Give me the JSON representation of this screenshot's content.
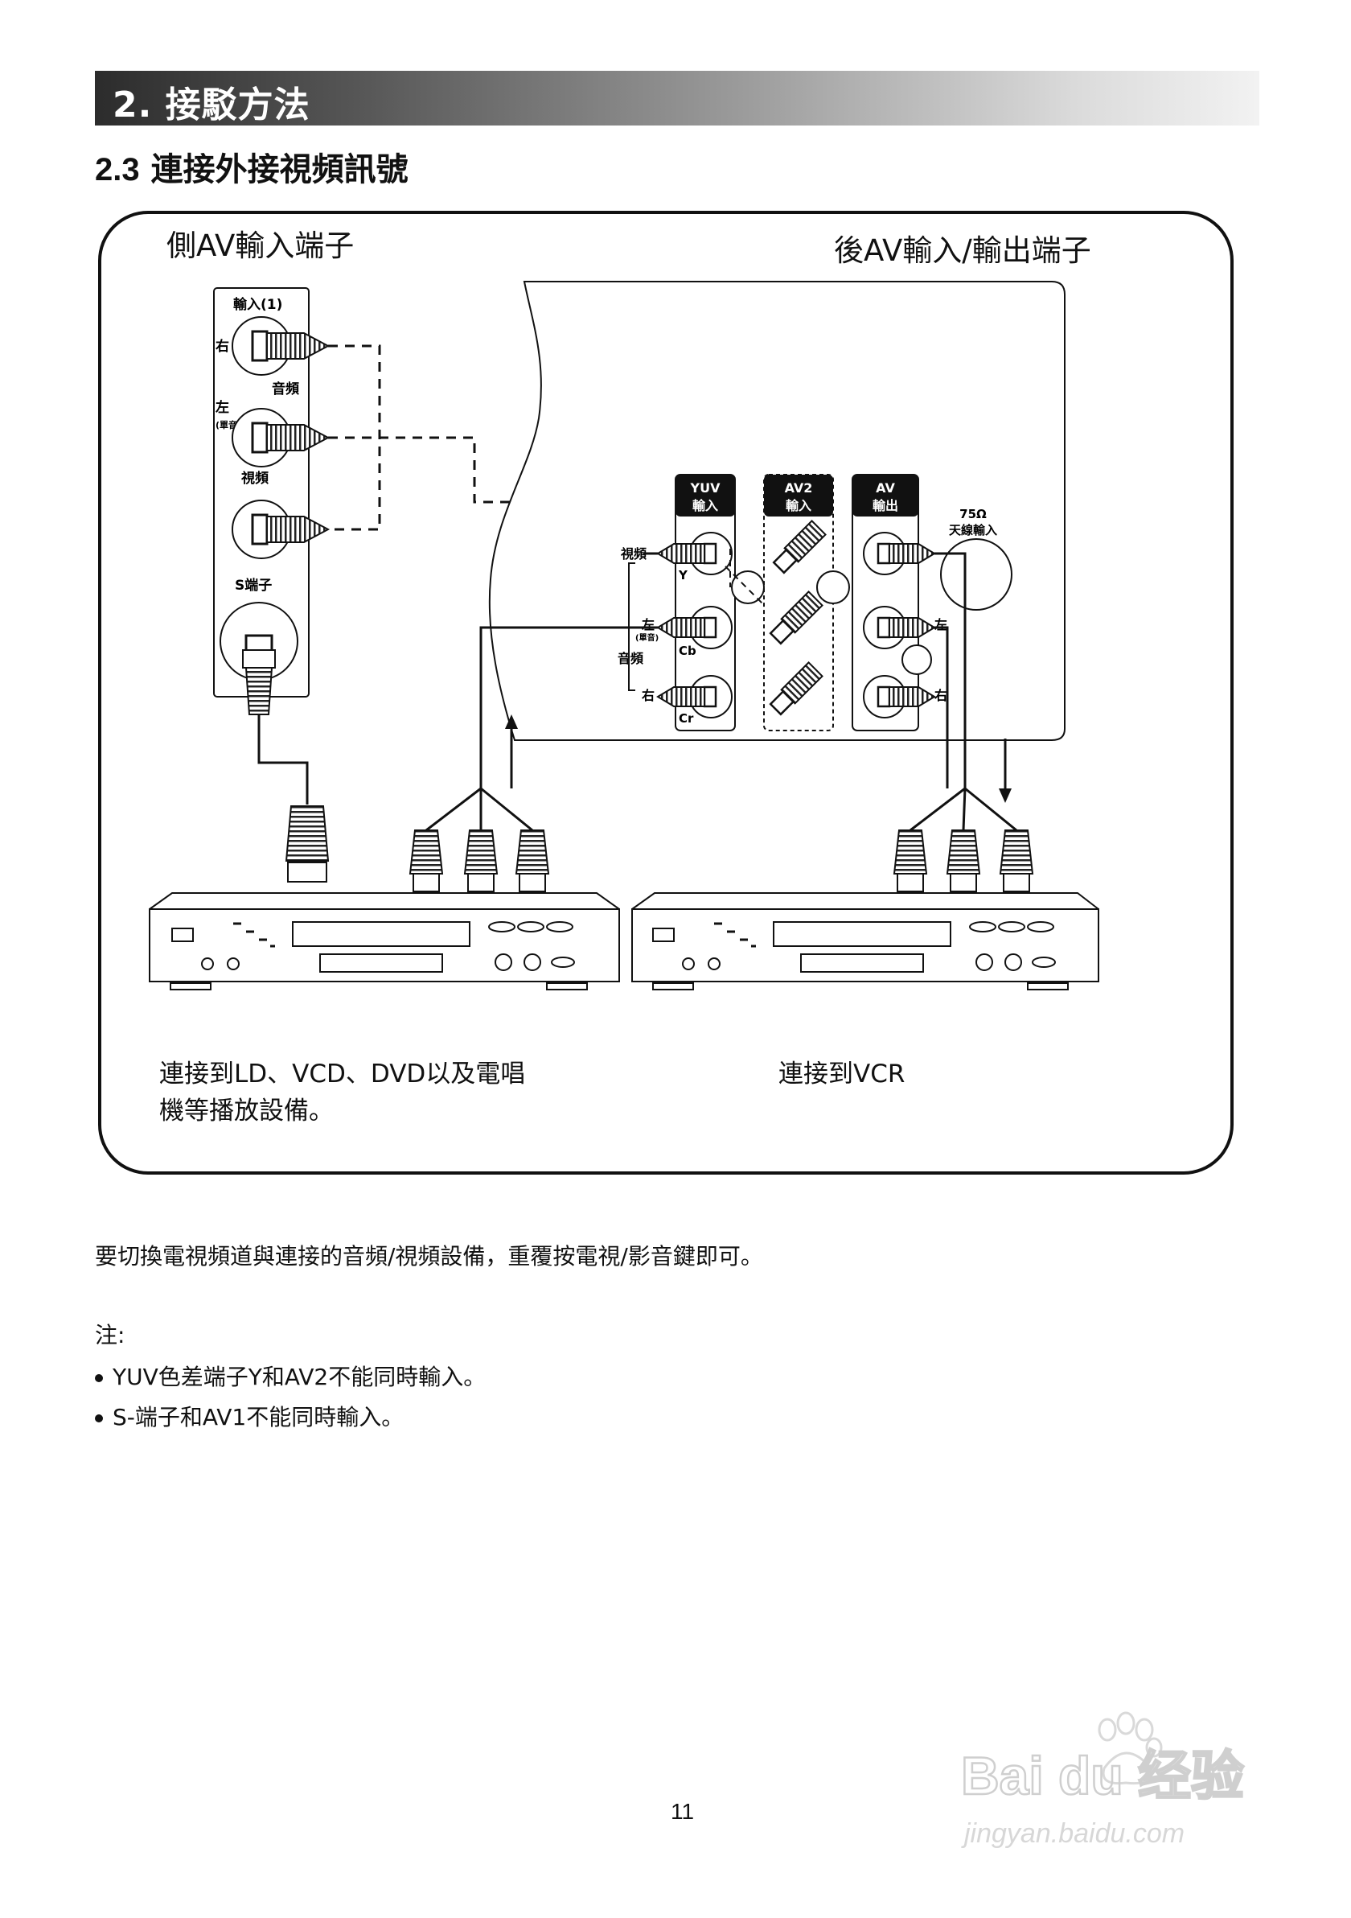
{
  "header": {
    "title": "2. 接駁方法"
  },
  "section": {
    "number": "2.3",
    "title": "連接外接視頻訊號"
  },
  "diagram": {
    "side_panel_title": "側AV輸入端子",
    "rear_panel_title": "後AV輸入/輸出端子",
    "side_labels": {
      "input1": "輸入(1)",
      "right": "右",
      "audio": "音頻",
      "left": "左",
      "left_mono": "(單音)",
      "video": "視頻",
      "s_terminal": "S端子"
    },
    "rear_groups": {
      "yuv": {
        "line1": "YUV",
        "line2": "輸入"
      },
      "av2": {
        "line1": "AV2",
        "line2": "輸入"
      },
      "av_out": {
        "line1": "AV",
        "line2": "輸出"
      },
      "antenna": {
        "line1": "75Ω",
        "line2": "天線輸入"
      }
    },
    "rear_labels": {
      "video": "視頻",
      "y": "Y",
      "left": "左",
      "mono": "(單音)",
      "cb": "Cb",
      "audio": "音頻",
      "right": "右",
      "cr": "Cr",
      "out_left": "左",
      "out_right": "右"
    },
    "caption_left_line1": "連接到LD、VCD、DVD以及電唱",
    "caption_left_line2": "機等播放設備。",
    "caption_right": "連接到VCR"
  },
  "instruction": "要切換電視頻道與連接的音頻/視頻設備，重覆按電視/影音鍵即可。",
  "notes": {
    "heading": "注:",
    "items": [
      "YUV色差端子Y和AV2不能同時輸入。",
      "S-端子和AV1不能同時輸入。"
    ]
  },
  "page_number": "11",
  "watermark": {
    "brand": "Bai du 经验",
    "url": "jingyan.baidu.com"
  }
}
